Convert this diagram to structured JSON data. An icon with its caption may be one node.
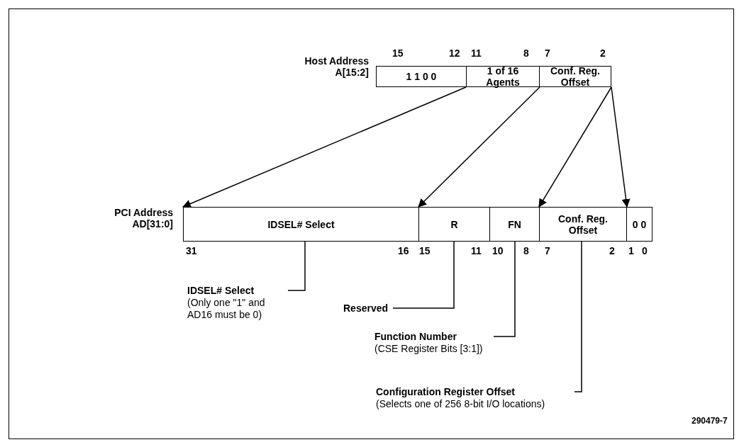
{
  "diagram": {
    "nodes": [
      {
        "text": [
          "1 1 0 0"
        ]
      },
      {
        "text": [
          "1 of 16 Agents"
        ]
      },
      {
        "text": [
          "Conf. Reg. Offset"
        ]
      },
      {
        "text": [
          "IDSEL# Select"
        ]
      },
      {
        "text": [
          "R"
        ]
      },
      {
        "text": [
          "FN"
        ]
      },
      {
        "text": [
          "Conf. Reg. Offset"
        ]
      },
      {
        "text": [
          "0 0"
        ]
      },
      {
        "text": [
          "IDSEL# Select",
          "(Only one \"1\" and AD16 must be 0)"
        ]
      },
      {
        "text": [
          "Reserved"
        ]
      },
      {
        "text": [
          "Function Number",
          "(CSE Register Bits [3:1])"
        ]
      },
      {
        "text": [
          "Configuration Register Offset",
          "(Selects one of 256 8-bit I/O locations)"
        ]
      }
    ],
    "edges": [
      {
        "from": 1,
        "to": 3,
        "arrow": "to"
      },
      {
        "from": 1,
        "to": 4,
        "arrow": "to"
      },
      {
        "from": 2,
        "to": 6,
        "arrow": "to"
      },
      {
        "from": 2,
        "to": 6,
        "arrow": "to"
      },
      {
        "from": 8,
        "to": 3,
        "arrow": "none"
      },
      {
        "from": 9,
        "to": 4,
        "arrow": "none"
      },
      {
        "from": 10,
        "to": 5,
        "arrow": "none"
      },
      {
        "from": 11,
        "to": 6,
        "arrow": "none"
      }
    ],
    "labels": [
      "15",
      "12",
      "11",
      "8",
      "7",
      "2",
      "Host Address A[15:2]",
      "PCI Address AD[31:0]",
      "31",
      "16",
      "15",
      "11",
      "10",
      "8",
      "7",
      "2",
      "1",
      "0",
      "290479-7"
    ]
  }
}
